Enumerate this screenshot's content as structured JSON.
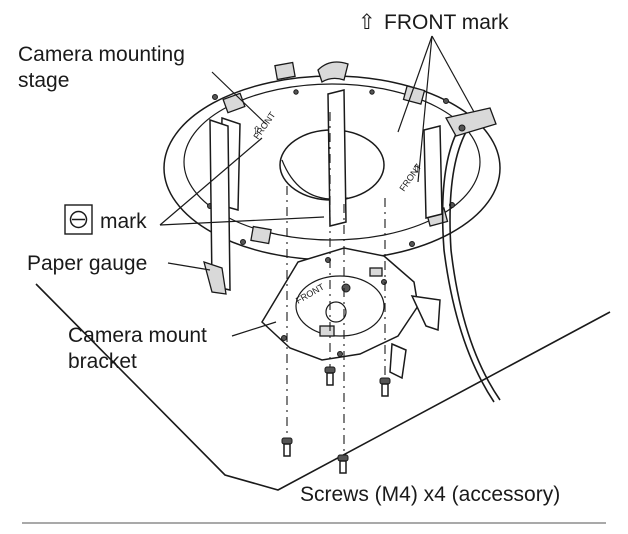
{
  "labels": {
    "front_mark": "FRONT mark",
    "front_arrow_glyph": "⇧",
    "stage_line1": "Camera mounting",
    "stage_line2": "stage",
    "mark_glyph": "⊖",
    "mark_text": "mark",
    "paper_gauge": "Paper gauge",
    "bracket_line1": "Camera mount",
    "bracket_line2": "bracket",
    "screws": "Screws (M4) x4 (accessory)",
    "front_on_stage_left": "FRONT",
    "front_on_stage_right": "FRONT",
    "front_on_bracket": "FRONT"
  },
  "colors": {
    "line": "#1a1a1a",
    "background": "#ffffff",
    "shade": "#d9d9d9"
  }
}
